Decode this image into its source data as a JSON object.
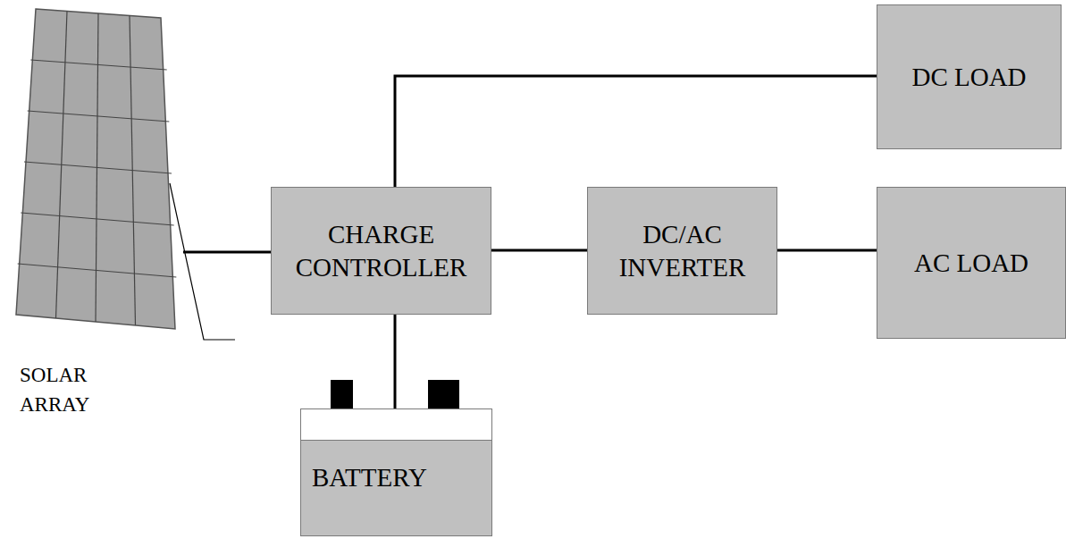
{
  "diagram": {
    "nodes": [
      {
        "text": [
          "DC LOAD"
        ]
      },
      {
        "text": [
          "SOLAR ARRAY"
        ]
      },
      {
        "text": [
          "CHARGE CONTROLLER"
        ]
      },
      {
        "text": [
          "DC/AC INVERTER"
        ]
      },
      {
        "text": [
          "AC LOAD"
        ]
      },
      {
        "text": [
          "BATTERY"
        ]
      }
    ],
    "edges": [
      {
        "from": 1,
        "to": 2,
        "arrow": "none"
      },
      {
        "from": 2,
        "to": 0,
        "arrow": "none"
      },
      {
        "from": 2,
        "to": 3,
        "arrow": "none"
      },
      {
        "from": 3,
        "to": 4,
        "arrow": "none"
      },
      {
        "from": 2,
        "to": 5,
        "arrow": "none"
      }
    ]
  }
}
